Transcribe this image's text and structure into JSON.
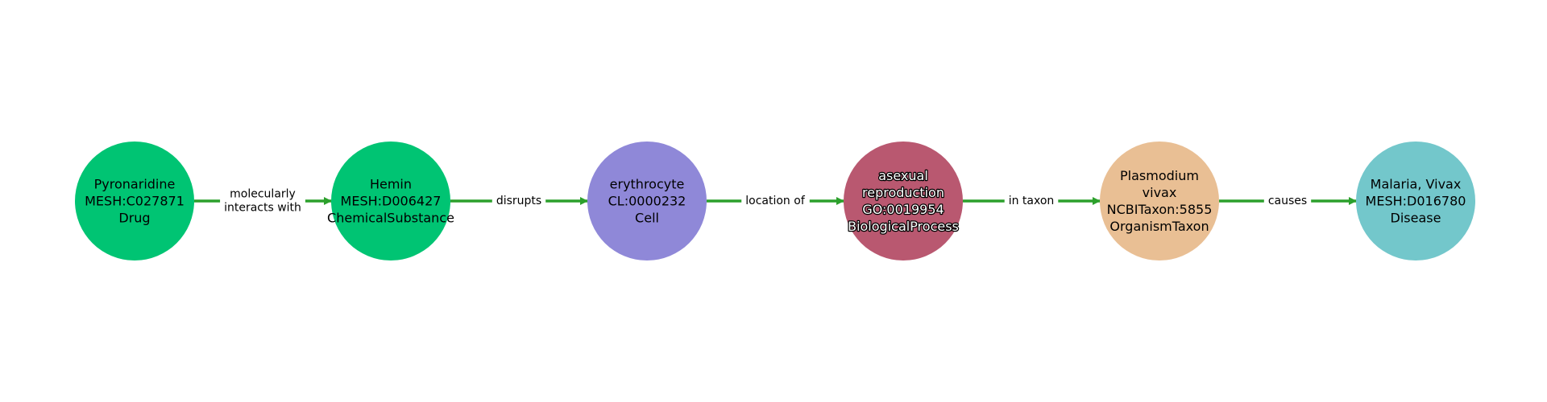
{
  "colors": {
    "edge": "#2ca02c",
    "label_background": "#ffffff"
  },
  "nodes": [
    {
      "id": "pyronaridine",
      "lines": [
        "Pyronaridine",
        "MESH:C027871",
        "Drug"
      ],
      "fill": "#00c473",
      "text_color": "#000000",
      "text_halo": false
    },
    {
      "id": "hemin",
      "lines": [
        "Hemin",
        "MESH:D006427",
        "ChemicalSubstance"
      ],
      "fill": "#00c473",
      "text_color": "#000000",
      "text_halo": false
    },
    {
      "id": "erythrocyte",
      "lines": [
        "erythrocyte",
        "CL:0000232",
        "Cell"
      ],
      "fill": "#8f88d8",
      "text_color": "#000000",
      "text_halo": false
    },
    {
      "id": "asexual-reproduction",
      "lines": [
        "asexual",
        "reproduction",
        "GO:0019954",
        "BiologicalProcess"
      ],
      "fill": "#b95870",
      "text_color": "#ffffff",
      "text_halo": true
    },
    {
      "id": "plasmodium-vivax",
      "lines": [
        "Plasmodium",
        "vivax",
        "NCBITaxon:5855",
        "OrganismTaxon"
      ],
      "fill": "#e9bf94",
      "text_color": "#000000",
      "text_halo": false
    },
    {
      "id": "malaria-vivax",
      "lines": [
        "Malaria, Vivax",
        "MESH:D016780",
        "Disease"
      ],
      "fill": "#73c7cb",
      "text_color": "#000000",
      "text_halo": false
    }
  ],
  "edges": [
    {
      "from": 0,
      "to": 1,
      "label_lines": [
        "molecularly",
        "interacts with"
      ]
    },
    {
      "from": 1,
      "to": 2,
      "label_lines": [
        "disrupts"
      ]
    },
    {
      "from": 2,
      "to": 3,
      "label_lines": [
        "location of"
      ]
    },
    {
      "from": 3,
      "to": 4,
      "label_lines": [
        "in taxon"
      ]
    },
    {
      "from": 4,
      "to": 5,
      "label_lines": [
        "causes"
      ]
    }
  ]
}
